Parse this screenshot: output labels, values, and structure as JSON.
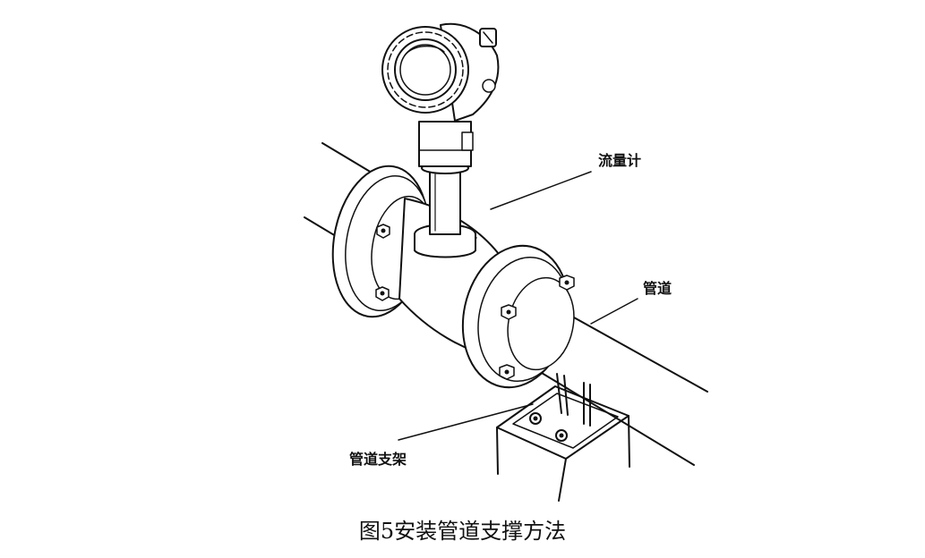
{
  "labels": {
    "flowmeter": "流量计",
    "pipe": "管道",
    "support": "管道支架"
  },
  "caption": "图5安装管道支撑方法",
  "colors": {
    "line": "#111111",
    "fill": "#ffffff",
    "shade": "#dddddd"
  }
}
